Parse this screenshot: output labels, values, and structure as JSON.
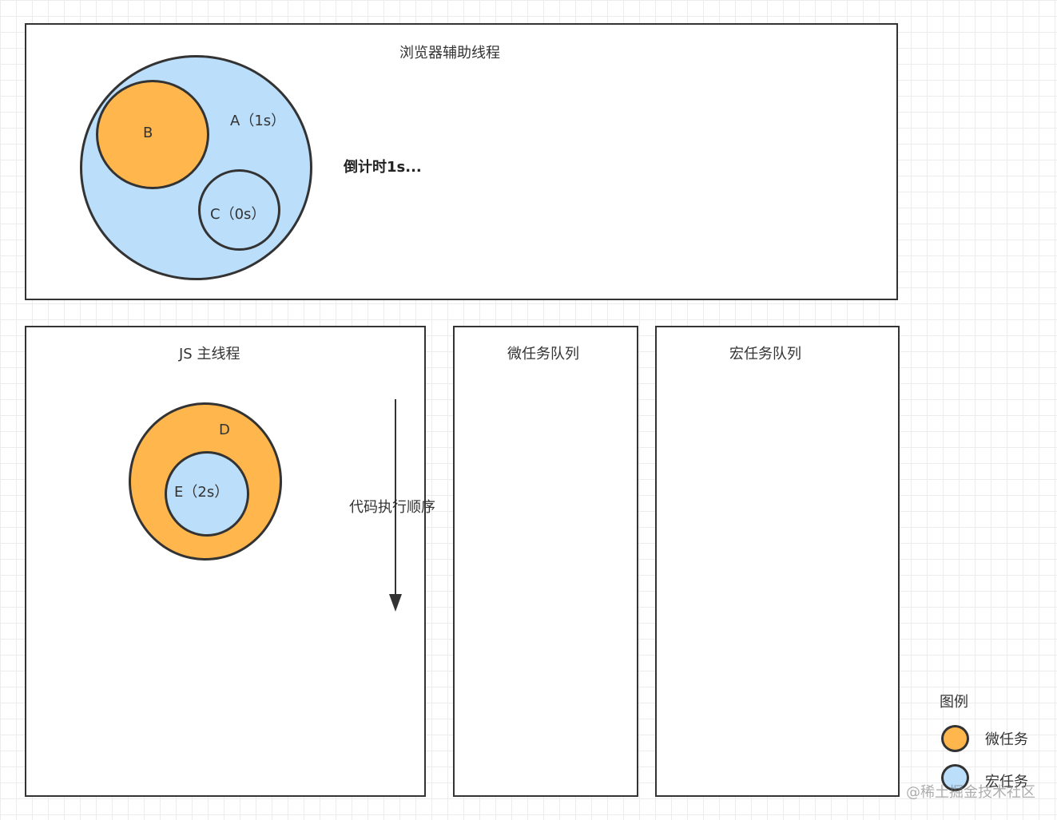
{
  "browser_panel": {
    "title": "浏览器辅助线程",
    "timer_a_label": "A（1s）",
    "task_b_label": "B",
    "timer_c_label": "C（0s）",
    "countdown_label": "倒计时1s..."
  },
  "main_panel": {
    "title": "JS 主线程",
    "task_d_label": "D",
    "timer_e_label": "E（2s）",
    "arrow_label": "代码执行顺序"
  },
  "micro_queue": {
    "title": "微任务队列"
  },
  "macro_queue": {
    "title": "宏任务队列"
  },
  "legend": {
    "title": "图例",
    "micro_label": "微任务",
    "macro_label": "宏任务"
  },
  "watermark": "@稀土掘金技术社区",
  "colors": {
    "micro_task": "#ffb74d",
    "macro_task": "#bbdefb",
    "stroke": "#333333"
  }
}
